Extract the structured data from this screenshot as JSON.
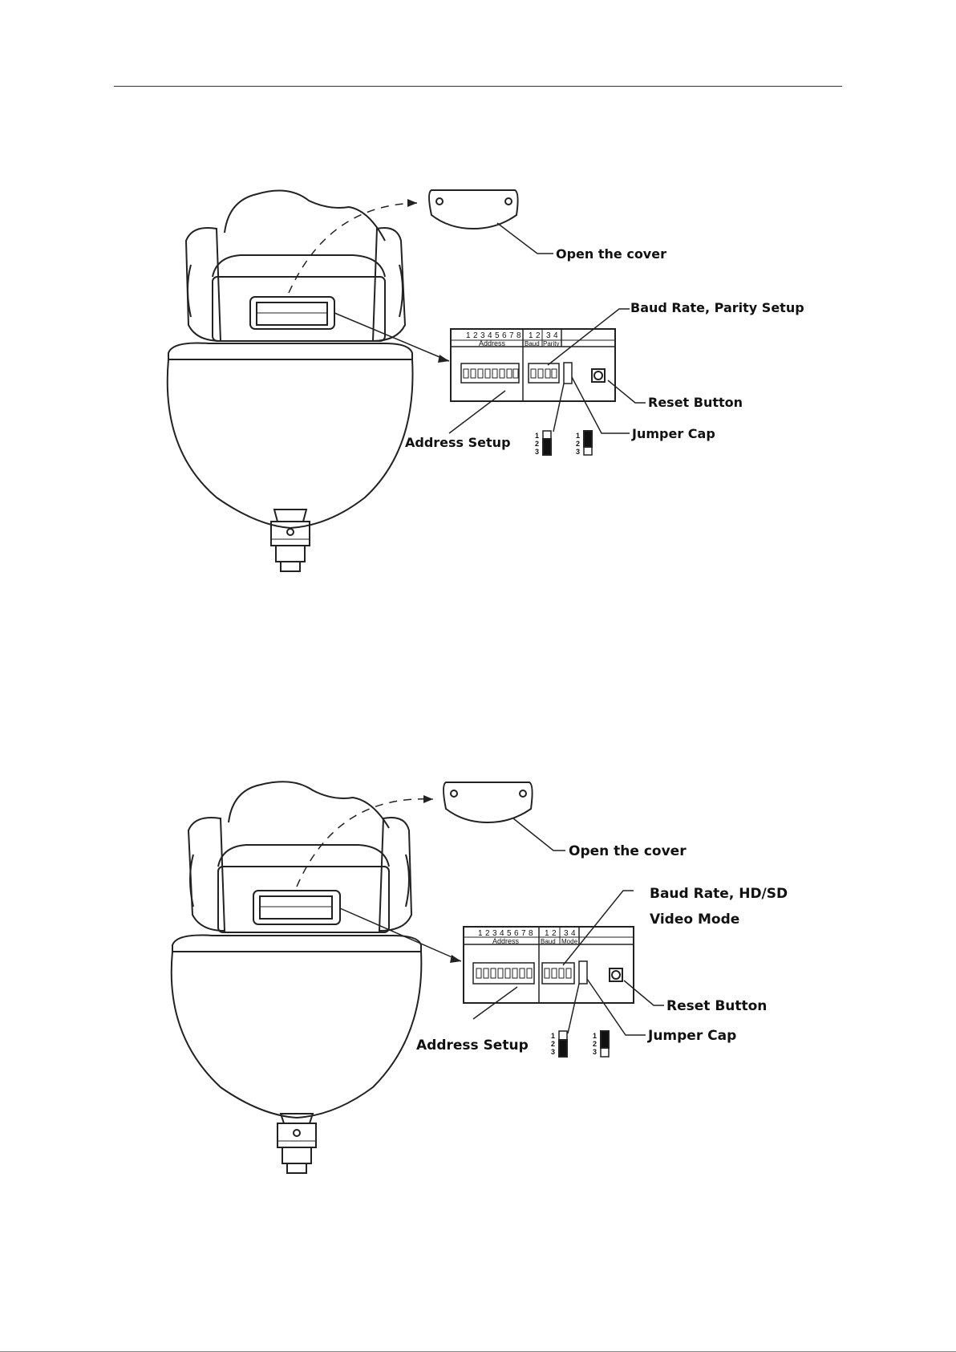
{
  "figures": [
    {
      "labels": {
        "open_cover": "Open the cover",
        "setup_line1": "Baud Rate, Parity Setup",
        "setup_line2": "",
        "reset": "Reset Button",
        "address": "Address Setup",
        "jumper": "Jumper Cap"
      },
      "panel": {
        "address_header": "Address",
        "address_digits": [
          "1",
          "2",
          "3",
          "4",
          "5",
          "6",
          "7",
          "8"
        ],
        "right_digits": [
          "1",
          "2",
          "3",
          "4"
        ],
        "baud_header": "Baud",
        "mode_header": "Parity"
      },
      "jumper_pins": [
        "1",
        "2",
        "3"
      ]
    },
    {
      "labels": {
        "open_cover": "Open the cover",
        "setup_line1": "Baud Rate, HD/SD",
        "setup_line2": "Video Mode",
        "reset": "Reset Button",
        "address": "Address Setup",
        "jumper": "Jumper Cap"
      },
      "panel": {
        "address_header": "Address",
        "address_digits": [
          "1",
          "2",
          "3",
          "4",
          "5",
          "6",
          "7",
          "8"
        ],
        "right_digits": [
          "1",
          "2",
          "3",
          "4"
        ],
        "baud_header": "Baud",
        "mode_header": "Mode"
      },
      "jumper_pins": [
        "1",
        "2",
        "3"
      ]
    }
  ]
}
